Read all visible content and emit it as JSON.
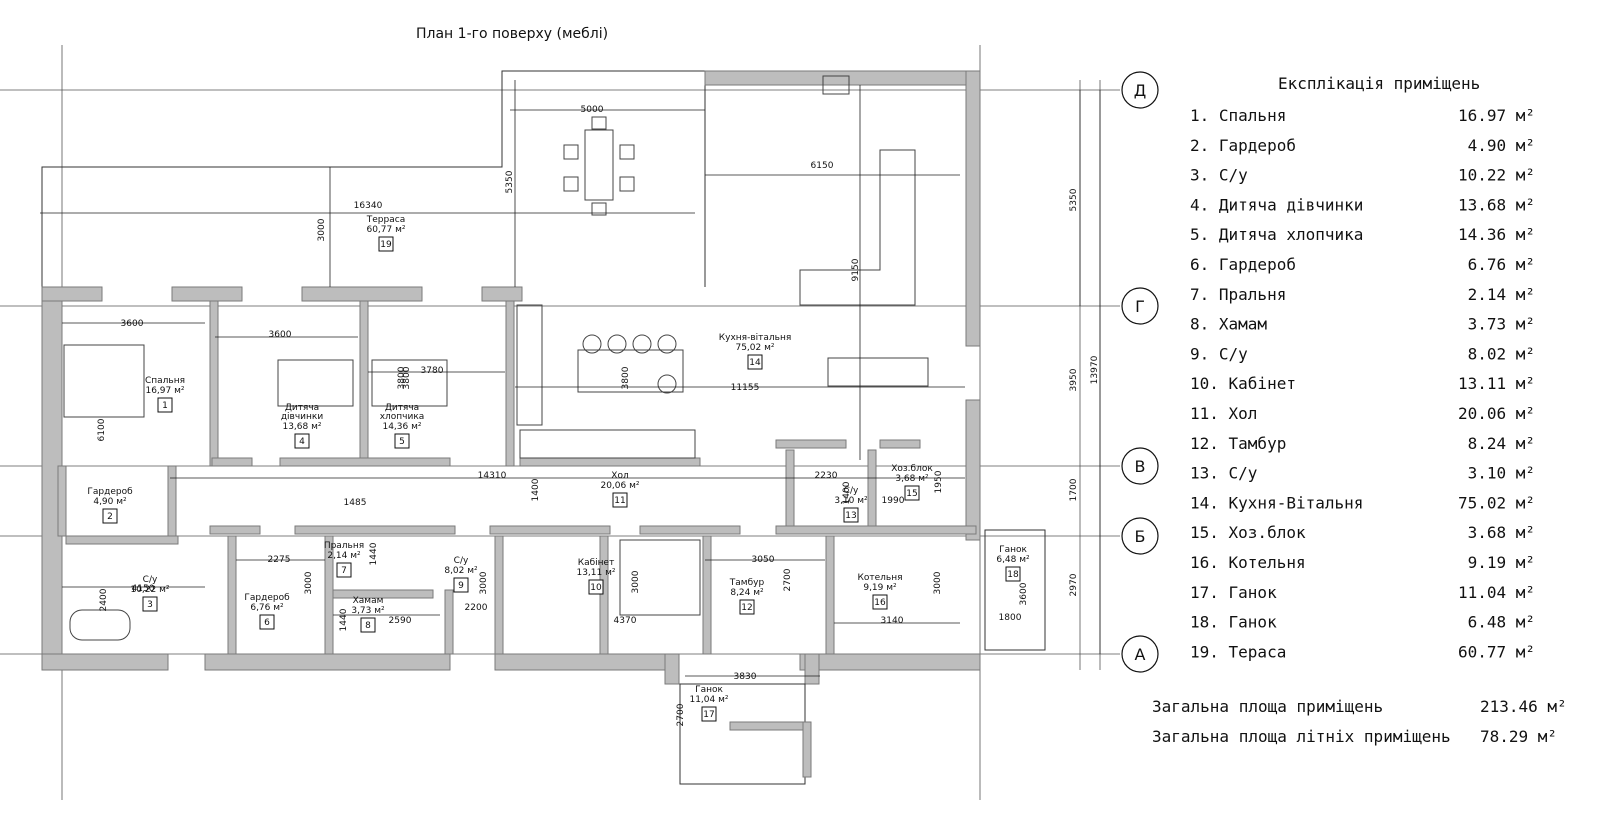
{
  "title": "План 1-го поверху (меблі)",
  "rooms": [
    {
      "name": "Спальня",
      "area": "16,97 м²",
      "num": "1"
    },
    {
      "name": "Гардероб",
      "area": "4,90 м²",
      "num": "2"
    },
    {
      "name": "С/у",
      "area": "10,22 м²",
      "num": "3"
    },
    {
      "name": "Дитяча дівчинки",
      "area": "13,68 м²",
      "num": "4"
    },
    {
      "name": "Дитяча хлопчика",
      "area": "14,36 м²",
      "num": "5"
    },
    {
      "name": "Гардероб",
      "area": "6,76 м²",
      "num": "6"
    },
    {
      "name": "Пральня",
      "area": "2,14 м²",
      "num": "7"
    },
    {
      "name": "Хамам",
      "area": "3,73 м²",
      "num": "8"
    },
    {
      "name": "С/у",
      "area": "8,02 м²",
      "num": "9"
    },
    {
      "name": "Кабінет",
      "area": "13,11 м²",
      "num": "10"
    },
    {
      "name": "Хол",
      "area": "20,06 м²",
      "num": "11"
    },
    {
      "name": "Тамбур",
      "area": "8,24 м²",
      "num": "12"
    },
    {
      "name": "С/у",
      "area": "3,10 м²",
      "num": "13"
    },
    {
      "name": "Кухня-вітальня",
      "area": "75,02 м²",
      "num": "14"
    },
    {
      "name": "Хоз.блок",
      "area": "3,68 м²",
      "num": "15"
    },
    {
      "name": "Котельня",
      "area": "9,19 м²",
      "num": "16"
    },
    {
      "name": "Ганок",
      "area": "11,04 м²",
      "num": "17"
    },
    {
      "name": "Ганок",
      "area": "6,48 м²",
      "num": "18"
    },
    {
      "name": "Терраса",
      "area": "60,77 м²",
      "num": "19"
    }
  ],
  "dimensions": [
    "5000",
    "5350",
    "16340",
    "3000",
    "6150",
    "9150",
    "3600",
    "3600",
    "3780",
    "3800",
    "3800",
    "3800",
    "6100",
    "11155",
    "14310",
    "1400",
    "2230",
    "1400",
    "1990",
    "1950",
    "1485",
    "1440",
    "2275",
    "4150",
    "2400",
    "3000",
    "3000",
    "1440",
    "2590",
    "2200",
    "3000",
    "4370",
    "3050",
    "2700",
    "3000",
    "3140",
    "3600",
    "1800",
    "3830",
    "2700",
    "5350",
    "3950",
    "13970",
    "1700",
    "2970"
  ],
  "axes": [
    "Д",
    "Г",
    "В",
    "Б",
    "А"
  ],
  "explication": {
    "title": "Експлікація приміщень",
    "items": [
      {
        "label": "1. Спальня",
        "area": "16.97 м²"
      },
      {
        "label": "2. Гардероб",
        "area": "4.90 м²"
      },
      {
        "label": "3. С/у",
        "area": "10.22 м²"
      },
      {
        "label": "4. Дитяча дівчинки",
        "area": "13.68 м²"
      },
      {
        "label": "5. Дитяча хлопчика",
        "area": "14.36 м²"
      },
      {
        "label": "6. Гардероб",
        "area": "6.76 м²"
      },
      {
        "label": "7. Пральня",
        "area": "2.14 м²"
      },
      {
        "label": "8. Хамам",
        "area": "3.73 м²"
      },
      {
        "label": "9. С/у",
        "area": "8.02 м²"
      },
      {
        "label": "10. Кабінет",
        "area": "13.11 м²"
      },
      {
        "label": "11. Хол",
        "area": "20.06 м²"
      },
      {
        "label": "12. Тамбур",
        "area": "8.24 м²"
      },
      {
        "label": "13. С/у",
        "area": "3.10 м²"
      },
      {
        "label": "14. Кухня-Вітальня",
        "area": "75.02 м²"
      },
      {
        "label": "15. Хоз.блок",
        "area": "3.68 м²"
      },
      {
        "label": "16. Котельня",
        "area": "9.19 м²"
      },
      {
        "label": "17. Ганок",
        "area": "11.04 м²"
      },
      {
        "label": "18. Ганок",
        "area": "6.48 м²"
      },
      {
        "label": "19. Тераса",
        "area": "60.77 м²"
      }
    ],
    "total_label": "Загальна площа приміщень",
    "total_value": "213.46 м²",
    "summer_label": "Загальна площа літніх приміщень",
    "summer_value": "78.29 м²"
  }
}
